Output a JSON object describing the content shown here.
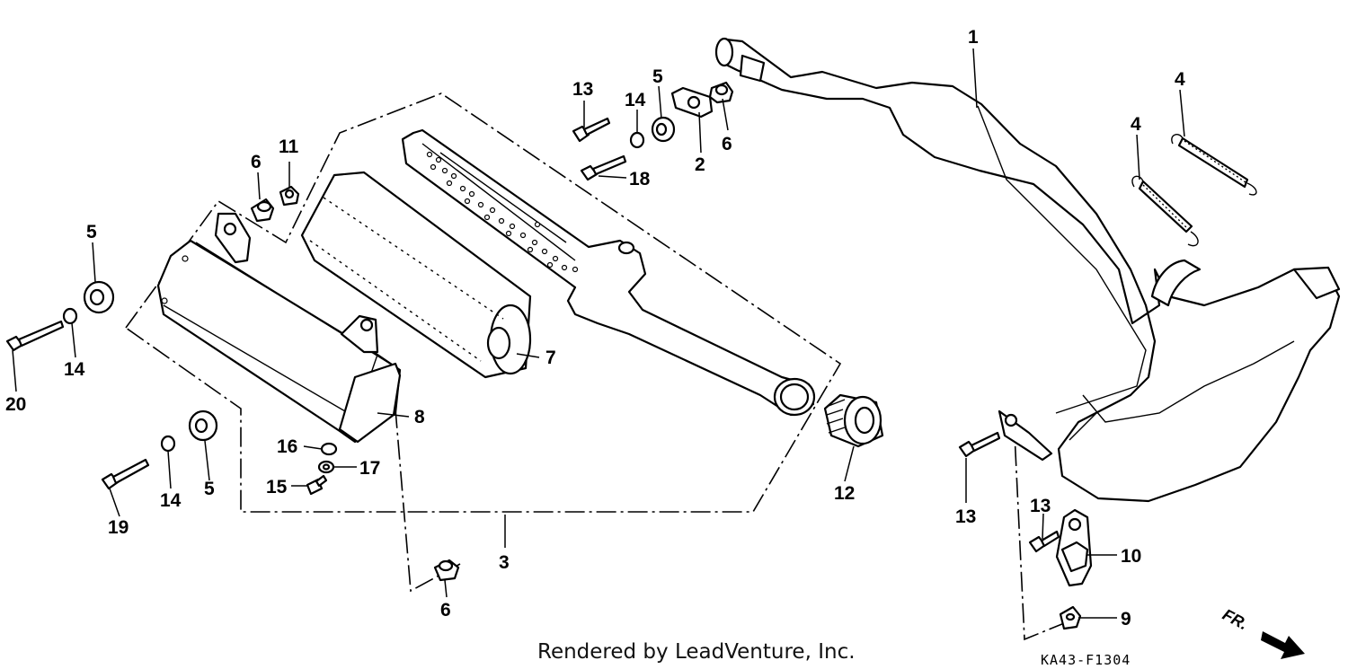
{
  "diagram": {
    "callouts": {
      "c1": "1",
      "c2": "2",
      "c3": "3",
      "c4a": "4",
      "c4b": "4",
      "c5a": "5",
      "c5b": "5",
      "c5c": "5",
      "c6a": "6",
      "c6b": "6",
      "c6c": "6",
      "c7": "7",
      "c8": "8",
      "c9": "9",
      "c10": "10",
      "c11": "11",
      "c12": "12",
      "c13a": "13",
      "c13b": "13",
      "c13c": "13",
      "c14a": "14",
      "c14b": "14",
      "c14c": "14",
      "c15": "15",
      "c16": "16",
      "c17": "17",
      "c18": "18",
      "c19": "19",
      "c20": "20"
    },
    "credit": "Rendered by LeadVenture, Inc.",
    "figure_code": "KA43-F1304",
    "direction_label": "FR."
  }
}
